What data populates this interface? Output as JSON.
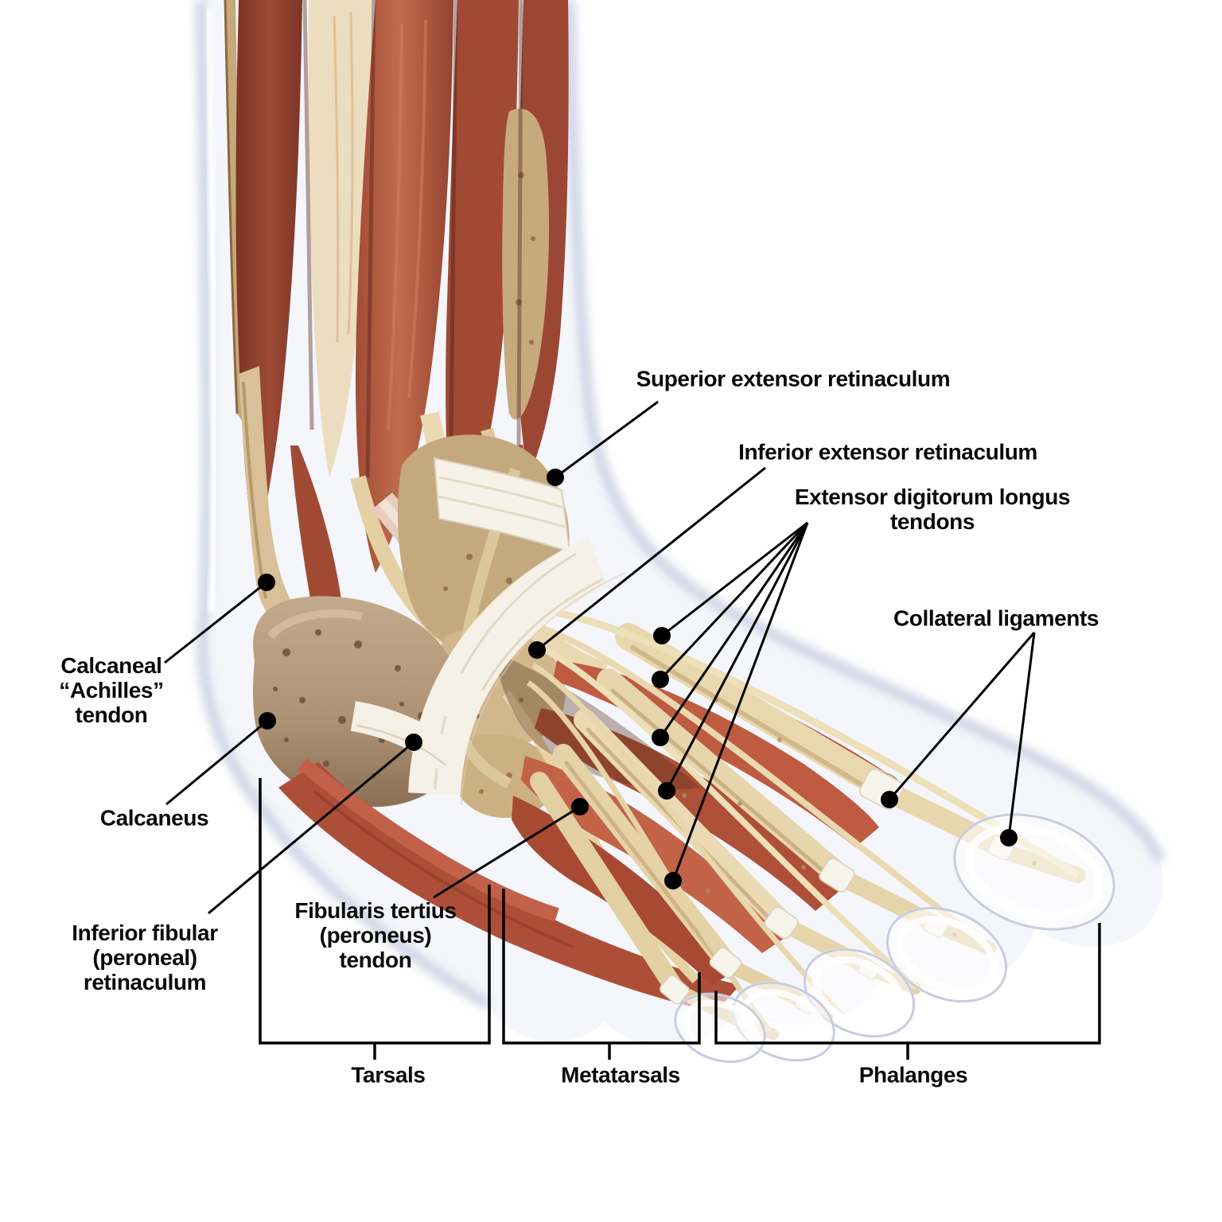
{
  "labels": {
    "superior_extensor_retinaculum": "Superior extensor retinaculum",
    "inferior_extensor_retinaculum": "Inferior extensor retinaculum",
    "extensor_digitorum_longus_tendons": "Extensor digitorum longus tendons",
    "collateral_ligaments": "Collateral ligaments",
    "calcaneal_achilles_tendon": "Calcaneal\n“Achilles”\ntendon",
    "calcaneus": "Calcaneus",
    "inferior_fibular_retinaculum": "Inferior fibular\n(peroneal)\nretinaculum",
    "fibularis_tertius_tendon": "Fibularis tertius\n(peroneus)\ntendon"
  },
  "bone_groups": {
    "tarsals": "Tarsals",
    "metatarsals": "Metatarsals",
    "phalanges": "Phalanges"
  },
  "colors": {
    "annotation": "#000000",
    "muscle_red": "#b0523a",
    "muscle_red_dark": "#8e4030",
    "tendon_cream": "#e8d6ac",
    "bone_speckled_tan": "#c4a87e",
    "calcaneus_tan": "#b49878",
    "retinaculum_white": "#f6f2e8",
    "skin_edge_lavender": "#d3d7e8",
    "background": "#ffffff"
  }
}
